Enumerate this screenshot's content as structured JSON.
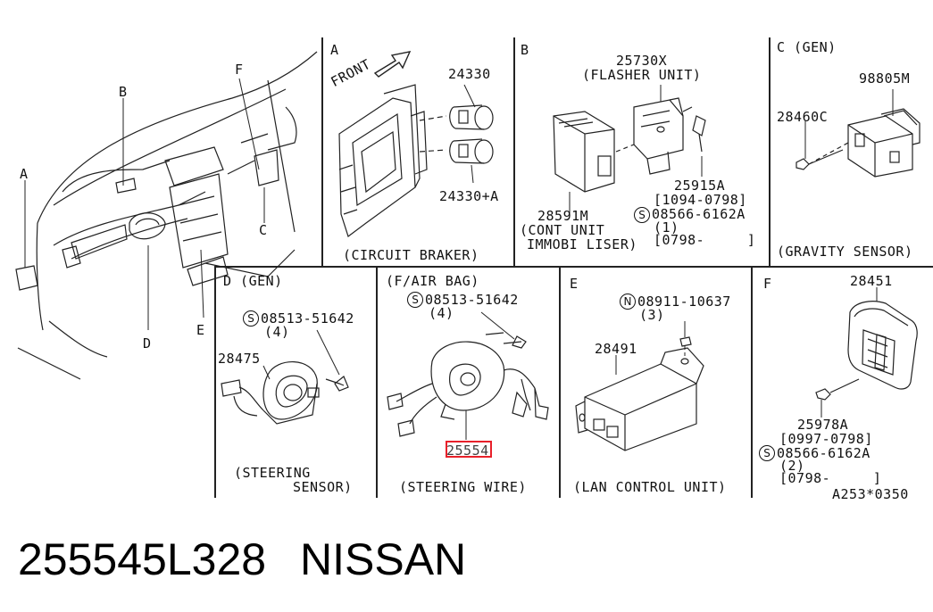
{
  "panel_letters": {
    "A": "A",
    "B": "B",
    "C": "C (GEN)",
    "D": "D (GEN)",
    "F_AIRBAG": "(F/AIR BAG)",
    "E": "E",
    "F": "F"
  },
  "overview_labels": {
    "A": "A",
    "B": "B",
    "C": "C",
    "D": "D",
    "E": "E",
    "F": "F"
  },
  "panel_a": {
    "front": "FRONT",
    "part_top": "24330",
    "part_bottom": "24330+A",
    "caption": "(CIRCUIT BRAKER)"
  },
  "panel_b": {
    "part_flasher": "25730X",
    "flasher_name": "(FLASHER UNIT)",
    "part_screw": "25915A",
    "screw_range": "[1094-0798]",
    "bolt_sym": "S",
    "bolt": "08566-6162A",
    "bolt_qty": "(1)",
    "bolt_range": "[0798-     ]",
    "part_cont": "28591M",
    "caption_1": "(CONT UNIT",
    "caption_2": "IMMOBI LISER)"
  },
  "panel_c": {
    "part_main": "98805M",
    "part_side": "28460C",
    "caption": "(GRAVITY SENSOR)"
  },
  "panel_d": {
    "bolt_sym": "S",
    "bolt": "08513-51642",
    "bolt_qty": "(4)",
    "part": "28475",
    "caption_1": "(STEERING",
    "caption_2": "SENSOR)"
  },
  "panel_airbag": {
    "bolt_sym": "S",
    "bolt": "08513-51642",
    "bolt_qty": "(4)",
    "part": "25554",
    "caption": "(STEERING WIRE)"
  },
  "panel_e": {
    "nut_sym": "N",
    "nut": "08911-10637",
    "nut_qty": "(3)",
    "part": "28491",
    "caption": "(LAN CONTROL UNIT)"
  },
  "panel_f": {
    "part_main": "28451",
    "part_screw": "25978A",
    "screw_range": "[0997-0798]",
    "bolt_sym": "S",
    "bolt": "08566-6162A",
    "bolt_qty": "(2)",
    "bolt_range": "[0798-     ]",
    "diagram_code": "A253*0350"
  },
  "footer": {
    "part_number": "255545L328",
    "brand": "NISSAN"
  }
}
